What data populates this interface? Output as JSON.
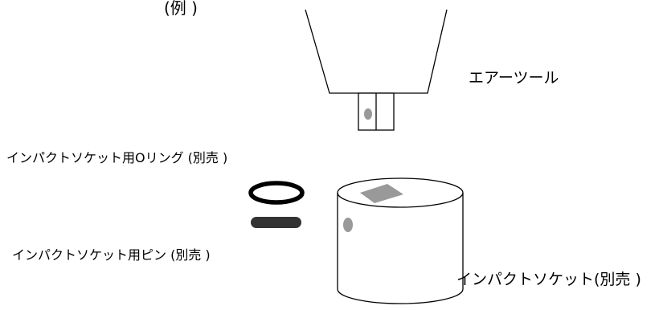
{
  "labels": {
    "example": "(例 )",
    "air_tool": "エアーツール",
    "o_ring": "インパクトソケット用Oリング (別売 )",
    "pin": "インパクトソケット用ピン (別売 )",
    "socket": "インパクトソケット(別売 )"
  },
  "colors": {
    "outline": "#000000",
    "fill": "#ffffff",
    "gray_part": "#999999",
    "dark_pin": "#333333"
  }
}
